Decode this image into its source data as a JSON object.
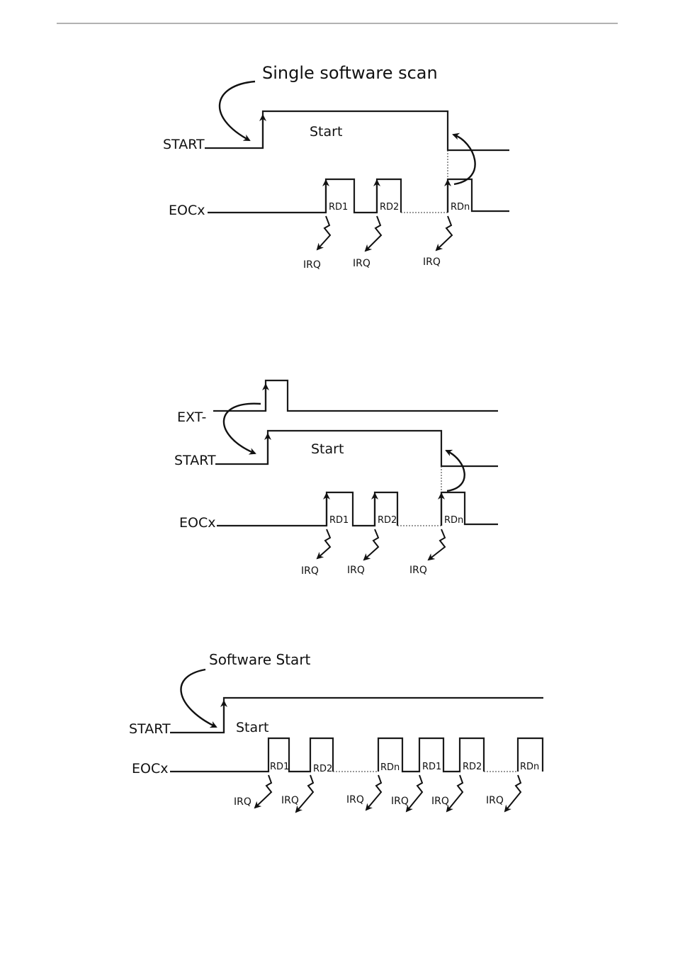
{
  "diagram1": {
    "caption": "Single software scan",
    "start_signal": "START",
    "start_text": "Start",
    "eoc_signal": "EOCx",
    "reads": [
      "RD1",
      "RD2",
      "RDn"
    ],
    "irq": [
      "IRQ",
      "IRQ",
      "IRQ"
    ]
  },
  "diagram2": {
    "ext_signal": "EXT-",
    "start_signal": "START",
    "start_text": "Start",
    "eoc_signal": "EOCx",
    "reads": [
      "RD1",
      "RD2",
      "RDn"
    ],
    "irq": [
      "IRQ",
      "IRQ",
      "IRQ"
    ]
  },
  "diagram3": {
    "caption": "Software Start",
    "start_signal": "START",
    "start_text": "Start",
    "eoc_signal": "EOCx",
    "reads": [
      "RD1",
      "RD2",
      "RDn",
      "RD1",
      "RD2",
      "RDn"
    ],
    "irq": [
      "IRQ",
      "IRQ",
      "IRQ",
      "IRQ",
      "IRQ",
      "IRQ"
    ]
  }
}
